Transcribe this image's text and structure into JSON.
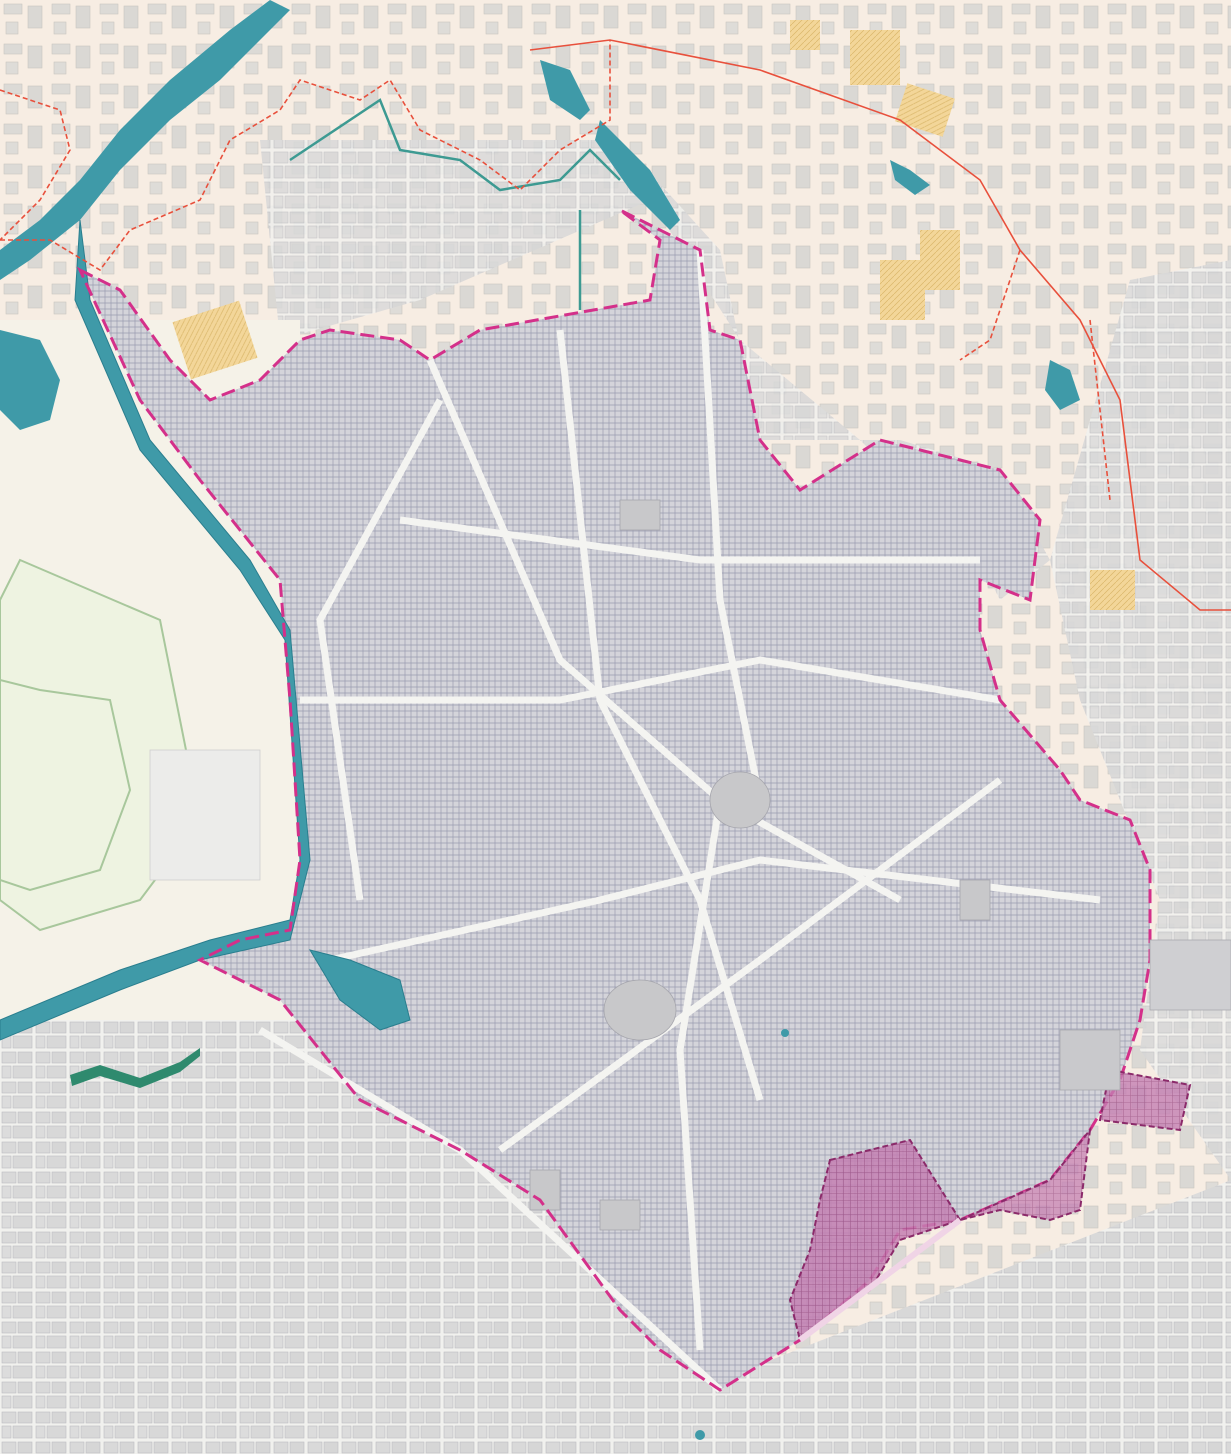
{
  "map": {
    "colors": {
      "paper": "#faf7f2",
      "outer_tint": "#f6ebe0",
      "block_fill": "#d9d9d9",
      "block_stroke": "#b9b9bf",
      "dense_hatch": "#8e90a6",
      "street": "#f3f3f0",
      "water": "#3f9aa8",
      "water_edge": "#2a7e8e",
      "park_fill": "#eef3e1",
      "fortification_line": "#a8c79c",
      "sport_field": "#f3d699",
      "historic_centre_boundary": "#d4308a",
      "district_boundary": "#e8503c",
      "highlight_zone_fill": "#b65a9a",
      "highlight_zone_stroke": "#8b2a6a"
    },
    "layers": [
      "base-blocks",
      "dense-historic-fabric",
      "streets",
      "water-canal",
      "citadel-park",
      "sport-fields",
      "district-boundary-red-dashed",
      "historic-centre-boundary-magenta-dashed",
      "highlighted-zones"
    ]
  }
}
